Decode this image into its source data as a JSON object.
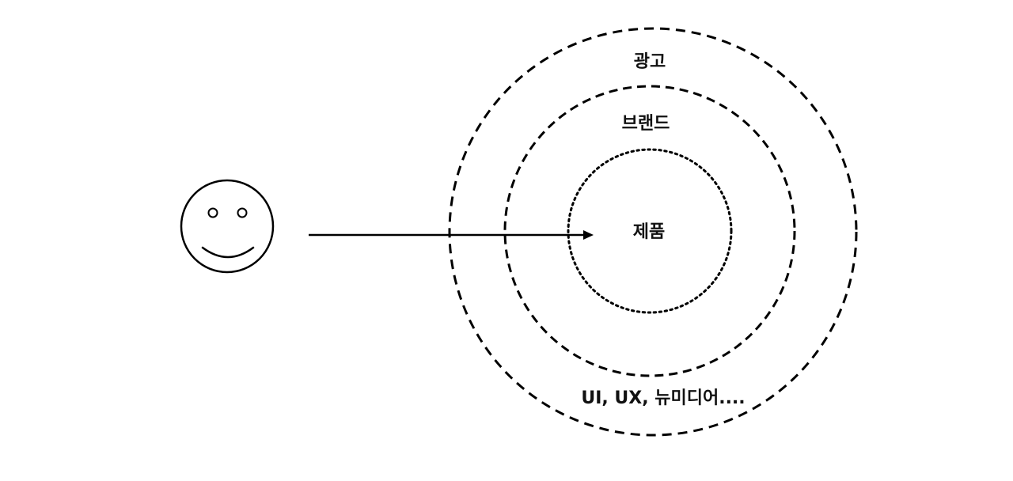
{
  "labels": {
    "outer": "광고",
    "middle": "브랜드",
    "inner": "제품",
    "footer": "UI, UX, 뉴미디어...."
  },
  "colors": {
    "stroke": "#000000",
    "text": "#111111",
    "background": "#ffffff"
  },
  "icons": {
    "person": "smiley-face-icon",
    "direction": "arrow-right-icon"
  }
}
